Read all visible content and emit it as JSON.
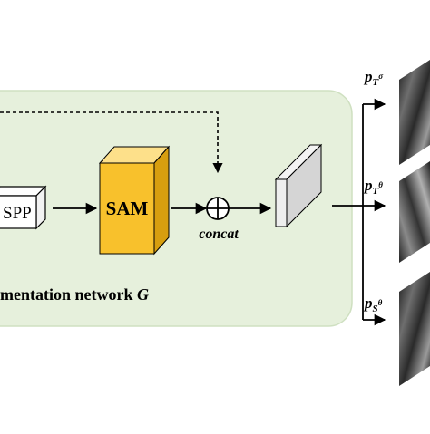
{
  "diagram": {
    "region_caption": "mentation network",
    "region_caption_symbol": "G",
    "blocks": {
      "spp": "SPP",
      "sam": "SAM"
    },
    "operator_label": "concat",
    "outputs": [
      {
        "base": "p",
        "sub": "T",
        "sup": "σ"
      },
      {
        "base": "p",
        "sub": "T",
        "sup": "θ"
      },
      {
        "base": "p",
        "sub": "S",
        "sup": "θ"
      }
    ],
    "colors": {
      "region_fill": "#e6f0dc",
      "region_stroke": "#cfe0c1",
      "sam_front": "#f8c12c",
      "sam_top": "#fde08a",
      "sam_side": "#d79e0f",
      "feature_front": "#d5d5d5",
      "feature_side": "#f4f4f4",
      "stroke": "#000000"
    }
  }
}
